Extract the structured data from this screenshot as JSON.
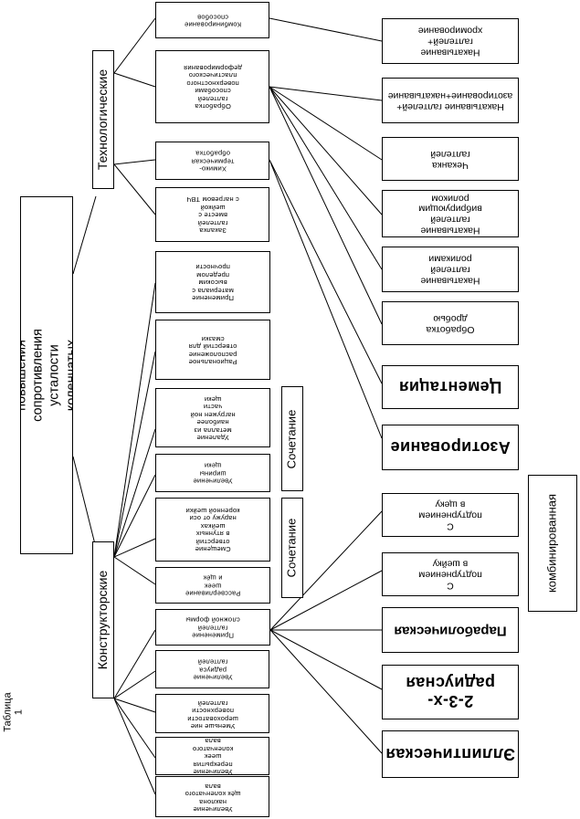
{
  "table_label": "Таблица 1",
  "title": "Способы повышения сопротивления\nусталости коленчатых валов",
  "categories": {
    "constructive": "Конструкторские",
    "technological": "Технологические"
  },
  "constructive_methods": [
    "Увеличение наклона\nщёк коленчатого вала",
    "Увеличение\nперекрытия шеек\nколенчатого вала",
    "Уменьше ние\nшероховатости\nповерхности галтелей",
    "Увеличение радиуса\nгалтелей",
    "Применение галтелей\nсложной формы",
    "Рассверливание шеек\nи щёк",
    "Смещение отверстий\nв ятунных шейках\nнаружу от оси\nкоренной шейки",
    "Увеличение ширины\nщеки",
    "Удаление металла из\nнаиболее\nнагружен ной части\nщеки",
    "Рациональное\nрасположение\nотверстий для\nсмазки",
    "Применение\nматериала с высоким\nпределом прочности"
  ],
  "combination_label": "Сочетание",
  "technological_methods": [
    "Закалка галтелей\nвместе с шейкой\nс нагревом ТВЧ",
    "Химико-термическая\nобработка",
    "Обработка\nгалтелей\nспособами\nповерхностного\nпластического\nдеформирования",
    "Комбинирование\nспособов"
  ],
  "fillet_shapes": [
    "Эллиптическая",
    "2-3-х-радиусная",
    "Параболическая",
    "С подтурнением в шейку",
    "С подтурнением в щеку"
  ],
  "combined_label": "комбинированная",
  "chemical_treatments": [
    "Азотирование",
    "Цементация"
  ],
  "ppd_methods": [
    "Обработка дробью",
    "Накатывание галтелей\nроликами",
    "Накатывание галтелей\nвибрирующим роликом",
    "Чеканка галтелей",
    "Накатывание галтелей+\nазотирование+накатывание",
    "Накатывание галтелей+\nхромирование"
  ]
}
